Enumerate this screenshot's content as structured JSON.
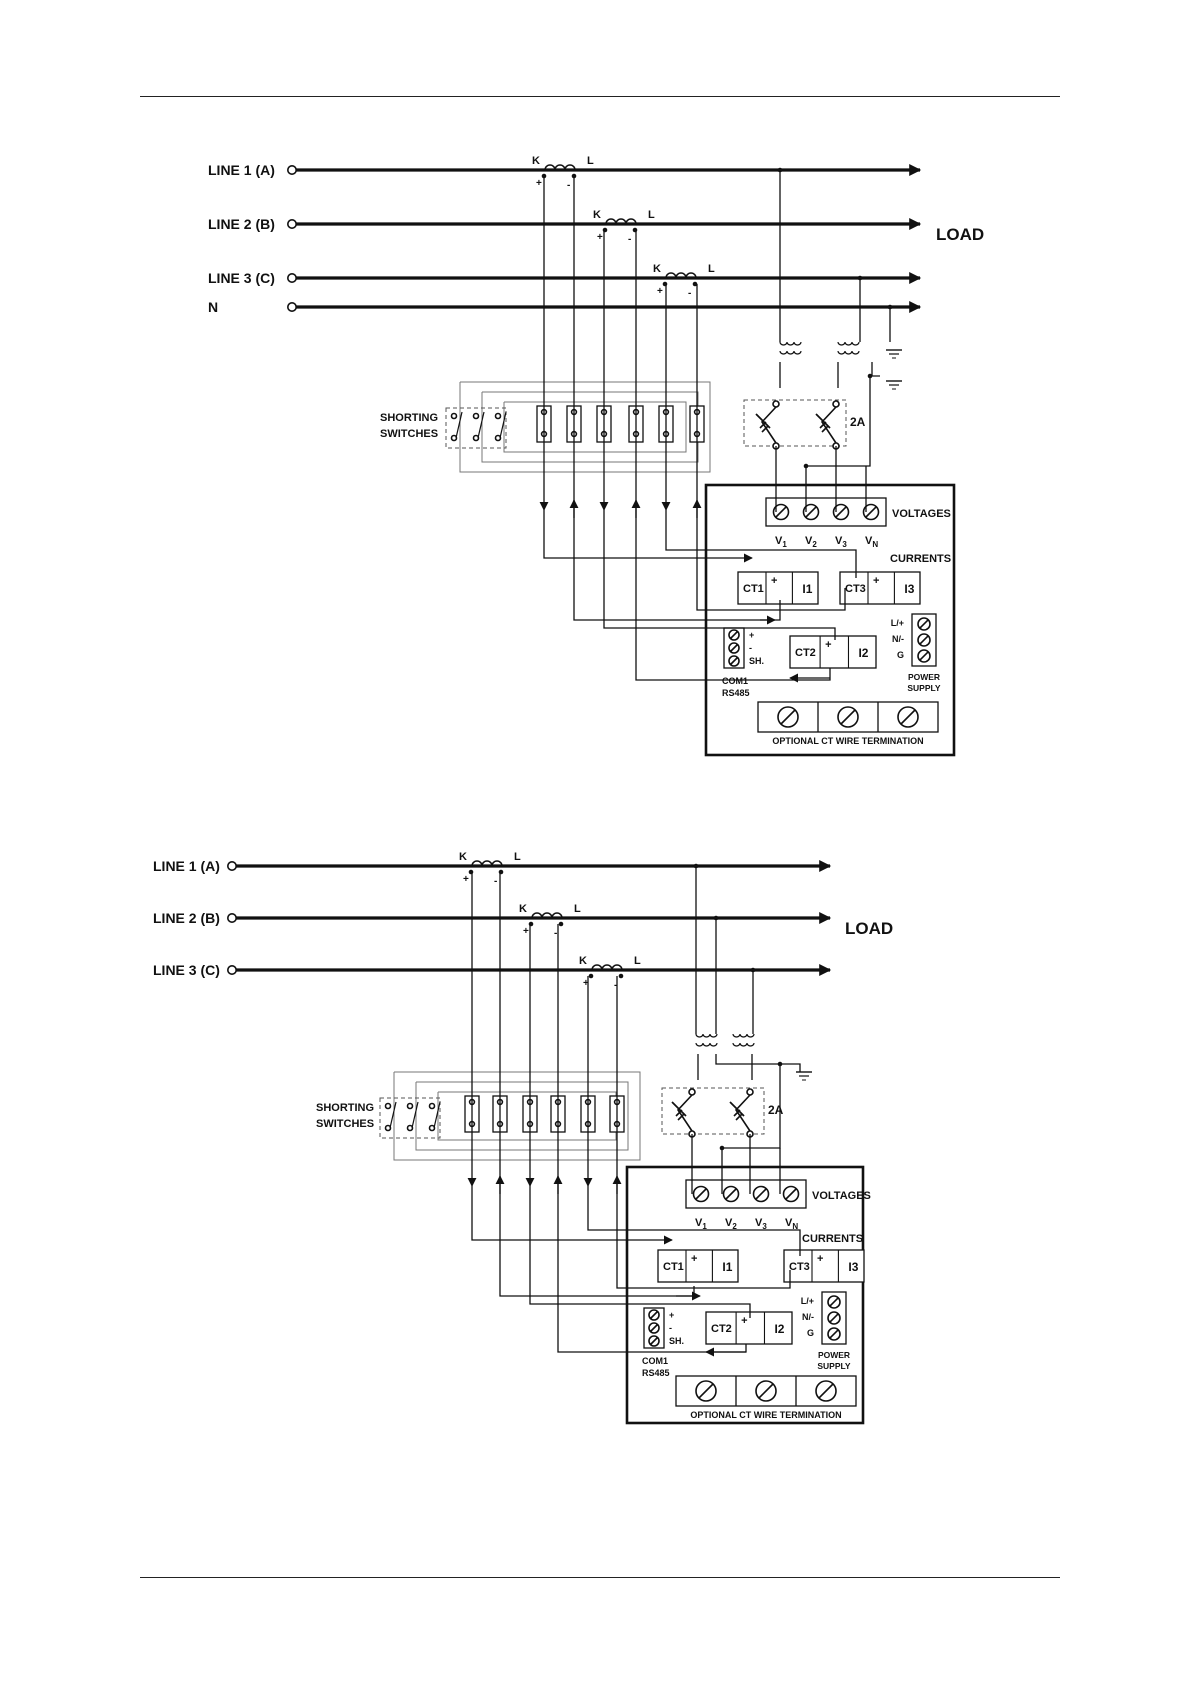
{
  "diagrams": [
    {
      "lines": [
        "LINE 1 (A)",
        "LINE 2 (B)",
        "LINE 3 (C)",
        "N"
      ],
      "load": "LOAD",
      "ct_k": "K",
      "ct_l": "L",
      "ct_plus": "+",
      "ct_minus": "-",
      "shorting_1": "SHORTING",
      "shorting_2": "SWITCHES",
      "fuse": "2A",
      "voltages": "VOLTAGES",
      "v_terms": [
        "V1",
        "V2",
        "V3",
        "VN"
      ],
      "currents": "CURRENTS",
      "ct1": "CT1",
      "i1": "I1",
      "ct2": "CT2",
      "i2": "I2",
      "ct3": "CT3",
      "i3": "I3",
      "plus": "+",
      "com_terms": [
        "+",
        "-",
        "SH."
      ],
      "com1": "COM1",
      "rs485": "RS485",
      "ps_terms": [
        "L/+",
        "N/-",
        "G"
      ],
      "power_1": "POWER",
      "power_2": "SUPPLY",
      "optional": "OPTIONAL CT WIRE TERMINATION"
    },
    {
      "lines": [
        "LINE 1 (A)",
        "LINE 2 (B)",
        "LINE 3 (C)"
      ],
      "load": "LOAD",
      "ct_k": "K",
      "ct_l": "L",
      "ct_plus": "+",
      "ct_minus": "-",
      "shorting_1": "SHORTING",
      "shorting_2": "SWITCHES",
      "fuse": "2A",
      "voltages": "VOLTAGES",
      "v_terms": [
        "V1",
        "V2",
        "V3",
        "VN"
      ],
      "currents": "CURRENTS",
      "ct1": "CT1",
      "i1": "I1",
      "ct2": "CT2",
      "i2": "I2",
      "ct3": "CT3",
      "i3": "I3",
      "plus": "+",
      "com_terms": [
        "+",
        "-",
        "SH."
      ],
      "com1": "COM1",
      "rs485": "RS485",
      "ps_terms": [
        "L/+",
        "N/-",
        "G"
      ],
      "power_1": "POWER",
      "power_2": "SUPPLY",
      "optional": "OPTIONAL CT WIRE TERMINATION"
    }
  ]
}
